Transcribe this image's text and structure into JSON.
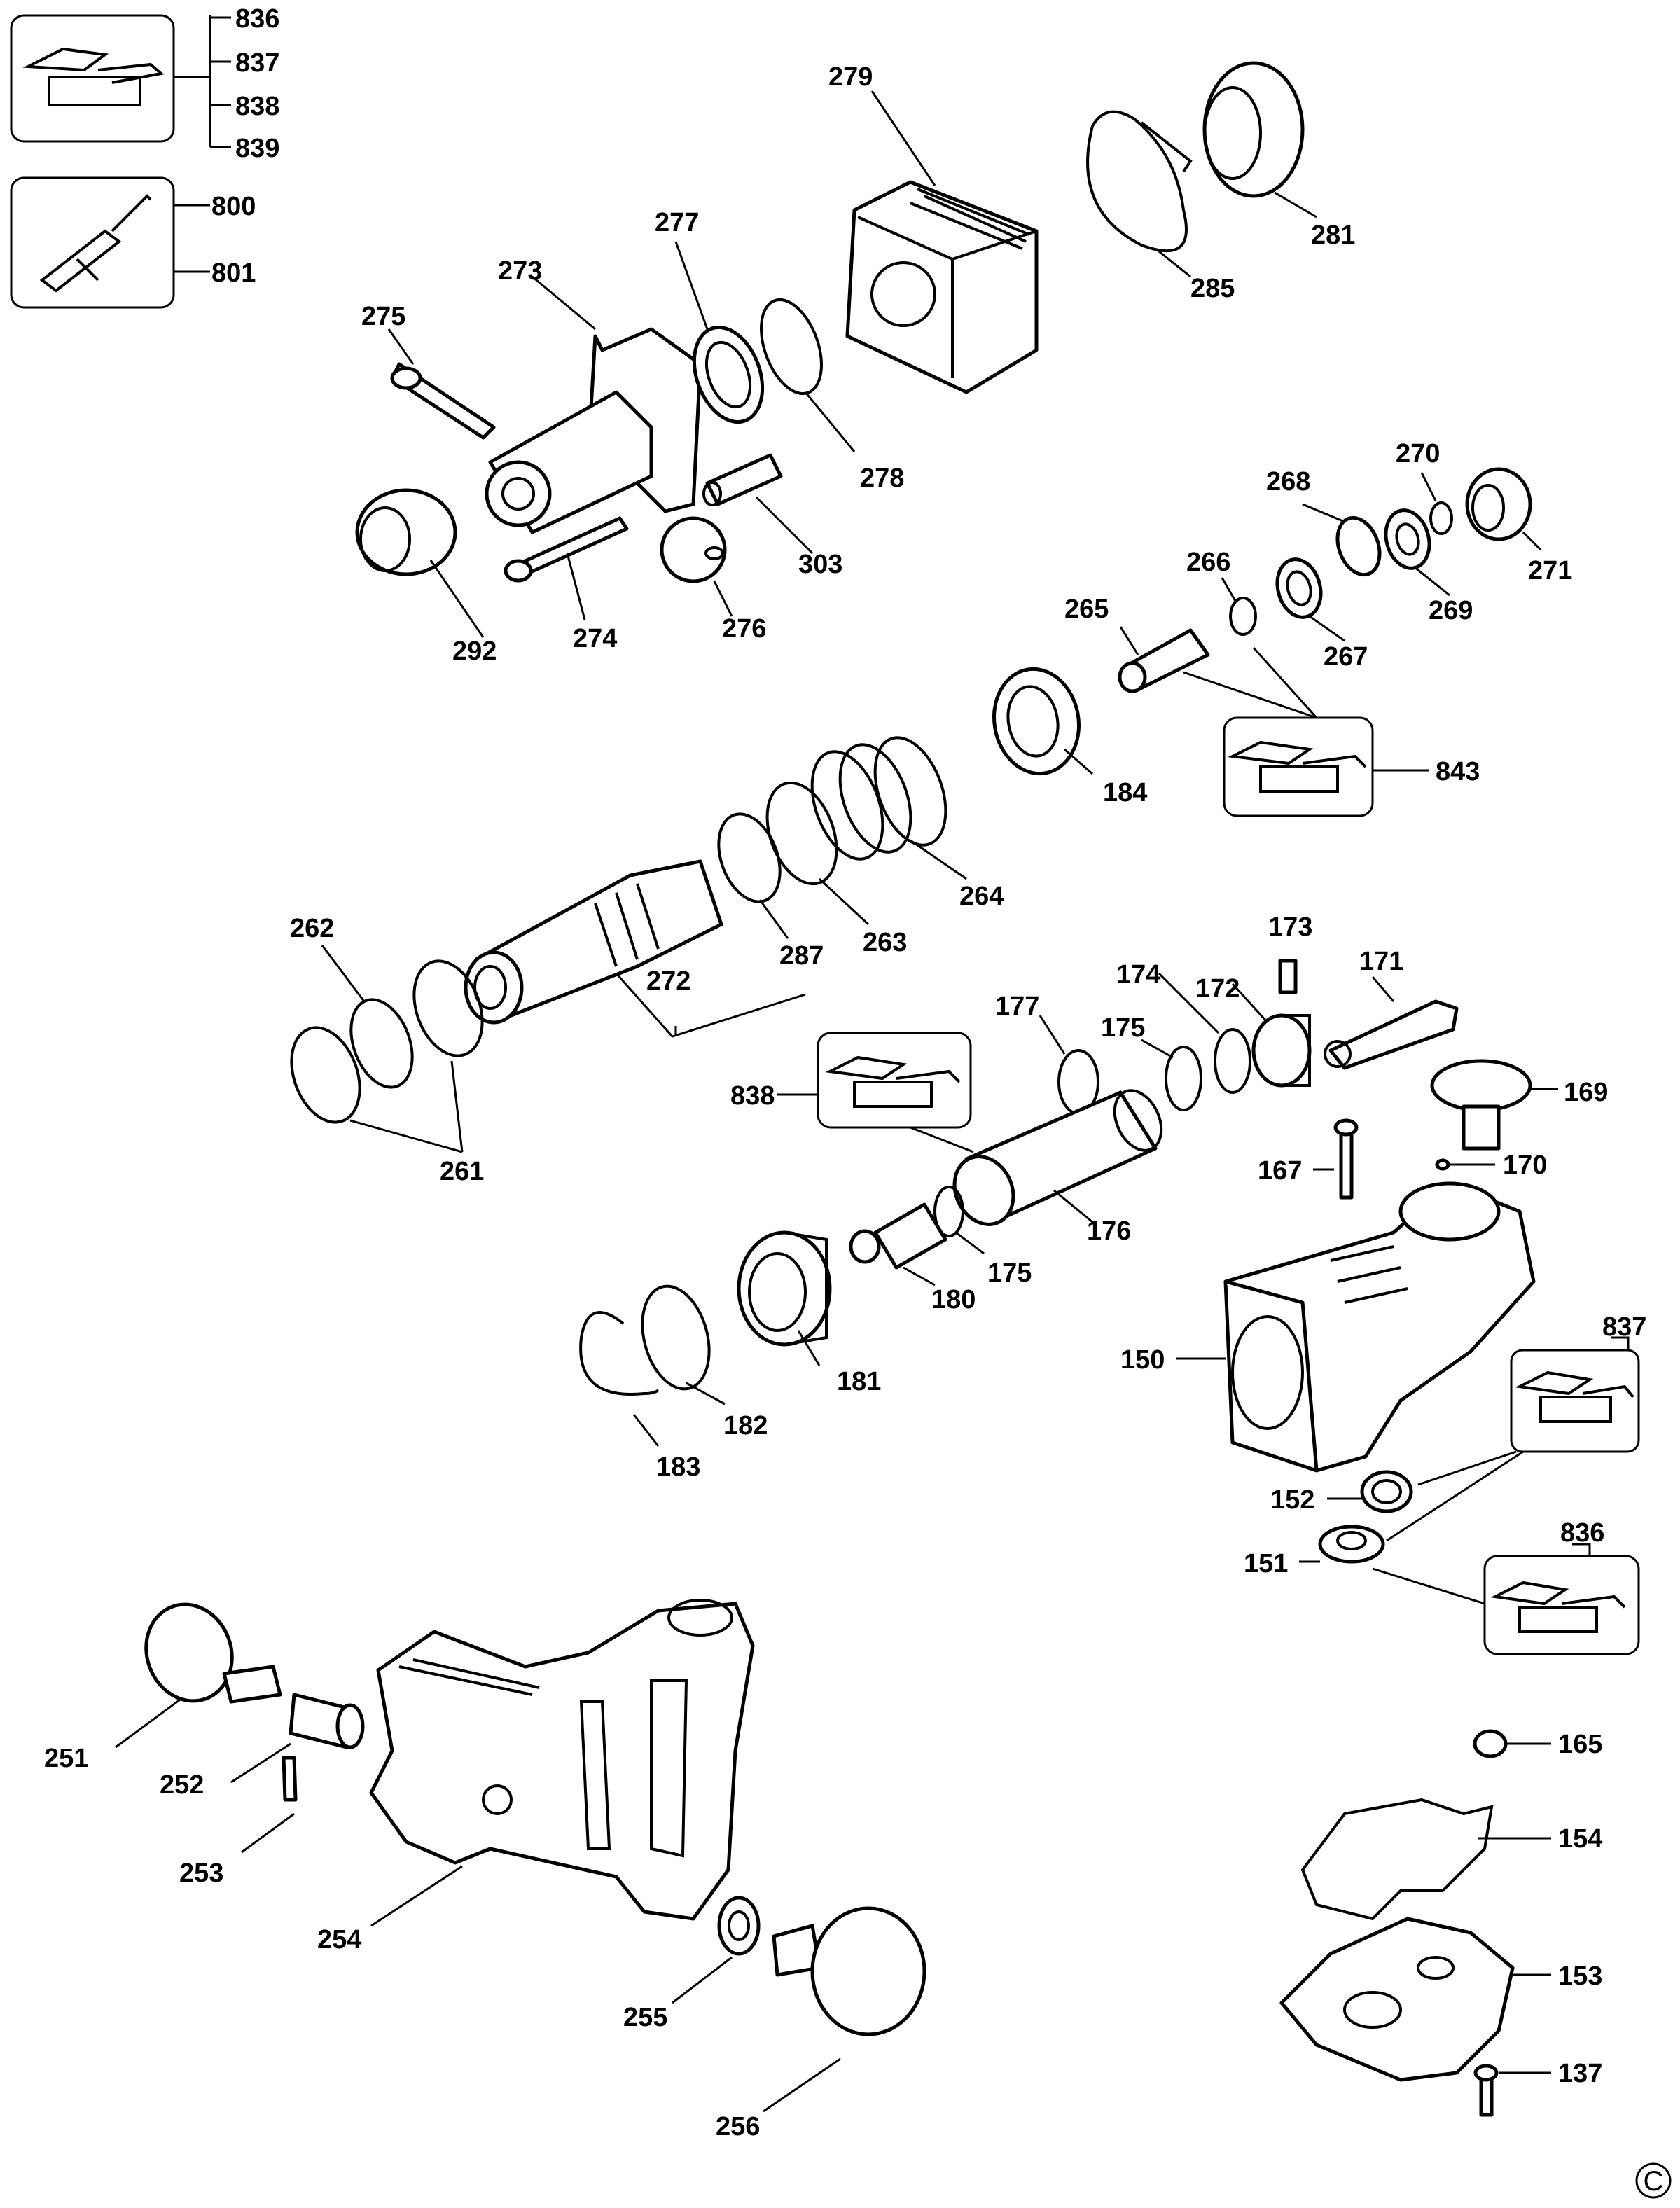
{
  "labels": {
    "l836a": "836",
    "l837a": "837",
    "l838a": "838",
    "l839": "839",
    "l800": "800",
    "l801": "801",
    "l279": "279",
    "l281": "281",
    "l285": "285",
    "l273": "273",
    "l275": "275",
    "l277": "277",
    "l278": "278",
    "l292": "292",
    "l274": "274",
    "l276": "276",
    "l303": "303",
    "l268": "268",
    "l270": "270",
    "l271": "271",
    "l269": "269",
    "l266": "266",
    "l267": "267",
    "l265": "265",
    "l184": "184",
    "l843": "843",
    "l262": "262",
    "l261": "261",
    "l272": "272",
    "l287": "287",
    "l263": "263",
    "l264": "264",
    "l173": "173",
    "l174": "174",
    "l171": "171",
    "l172": "172",
    "l177": "177",
    "l175a": "175",
    "l169": "169",
    "l838b": "838",
    "l167": "167",
    "l170": "170",
    "l176": "176",
    "l175b": "175",
    "l180": "180",
    "l150": "150",
    "l837b": "837",
    "l181": "181",
    "l182": "182",
    "l183": "183",
    "l152": "152",
    "l151": "151",
    "l836b": "836",
    "l251": "251",
    "l252": "252",
    "l253": "253",
    "l254": "254",
    "l255": "255",
    "l256": "256",
    "l165": "165",
    "l154": "154",
    "l153": "153",
    "l137": "137"
  },
  "copyright_symbol": "C"
}
